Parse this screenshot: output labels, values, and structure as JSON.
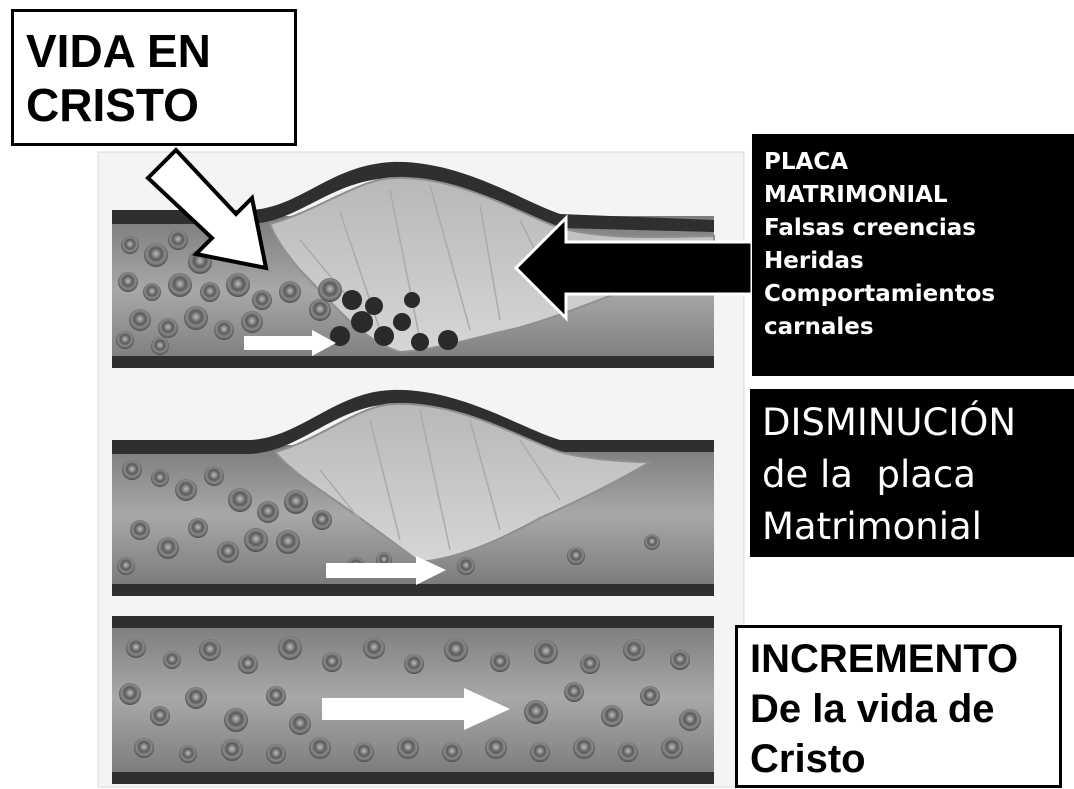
{
  "labels": {
    "vida_en_cristo": [
      "VIDA EN",
      "CRISTO"
    ],
    "placa": [
      "PLACA",
      "MATRIMONIAL",
      "Falsas creencias",
      "Heridas",
      "Comportamientos",
      "carnales"
    ],
    "disminucion": [
      "DISMINUCIÓN",
      "de la  placa",
      "Matrimonial"
    ],
    "incremento": [
      "INCREMENTO",
      "De la vida de",
      "Cristo"
    ]
  },
  "colors": {
    "background": "#ffffff",
    "vessel_fill": "#9a9a9a",
    "vessel_wall": "#3a3a3a",
    "plaque_fill": "#c7c7c7",
    "cell_fill": "#7a7a7a",
    "cell_dark": "#2a2a2a",
    "box_black": "#000000"
  },
  "icons": [
    "white-arrow-pointer",
    "black-arrow-pointer",
    "white-flow-arrow"
  ]
}
